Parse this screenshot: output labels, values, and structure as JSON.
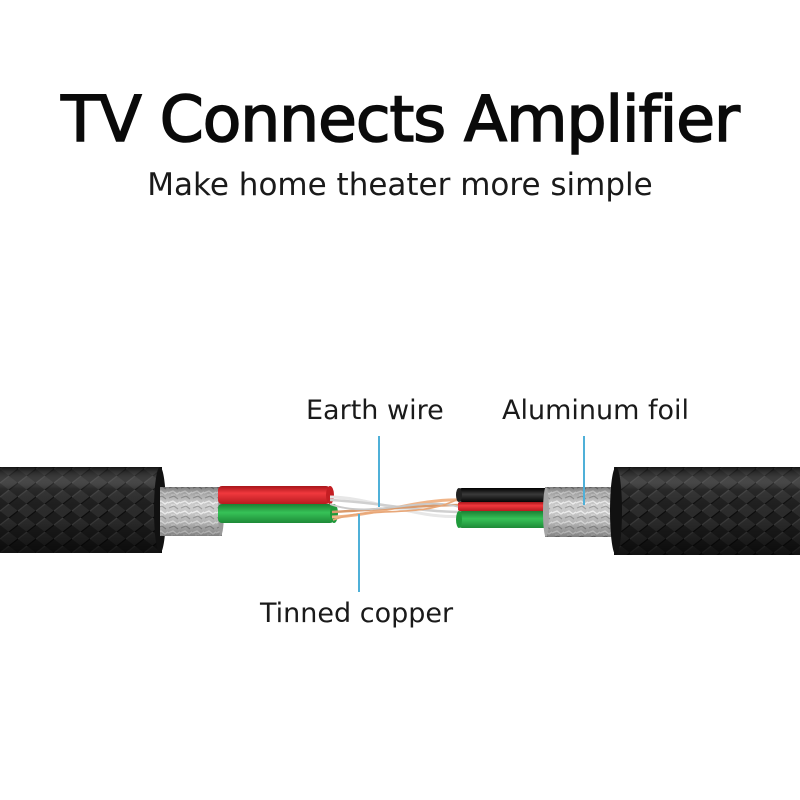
{
  "header": {
    "title": "TV Connects Amplifier",
    "subtitle": "Make home theater more simple"
  },
  "callouts": {
    "earth_wire": "Earth wire",
    "aluminum_foil": "Aluminum foil",
    "tinned_copper": "Tinned copper"
  },
  "colors": {
    "background": "#ffffff",
    "text": "#0a0a0a",
    "cable_jacket": "#1c1c1c",
    "foil": "#c9c9c9",
    "wire_red": "#e0242a",
    "wire_green": "#27a745",
    "wire_black": "#111111",
    "copper": "#d99a6c",
    "leader_line": "#4fb0d8"
  }
}
